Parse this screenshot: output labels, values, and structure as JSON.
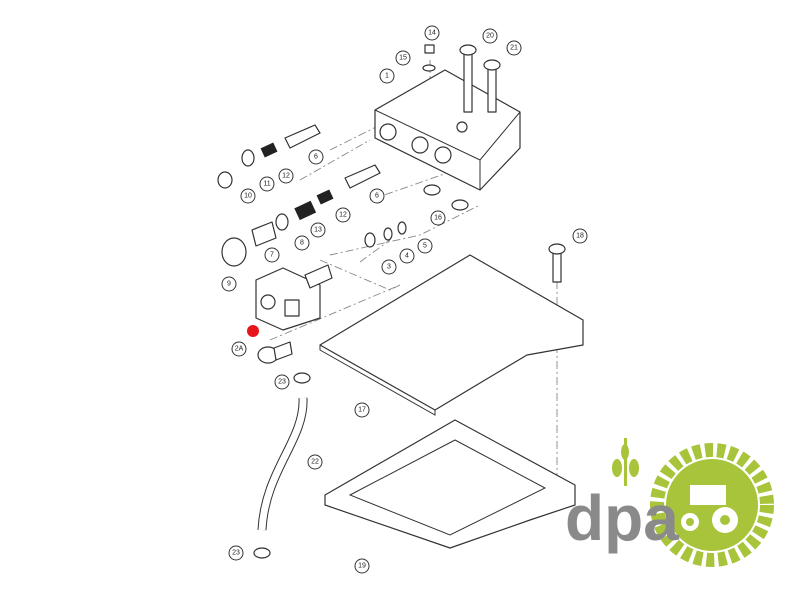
{
  "diagram": {
    "callouts": [
      "14",
      "20",
      "21",
      "15",
      "1",
      "6",
      "12",
      "11",
      "10",
      "6",
      "12",
      "16",
      "13",
      "8",
      "7",
      "5",
      "4",
      "3",
      "9",
      "2A",
      "23",
      "18",
      "17",
      "22",
      "23",
      "19"
    ],
    "highlight_color": "#e8161b"
  },
  "logo": {
    "text": "dpa",
    "gray": "#8a8a8a",
    "green": "#a7c43a"
  }
}
